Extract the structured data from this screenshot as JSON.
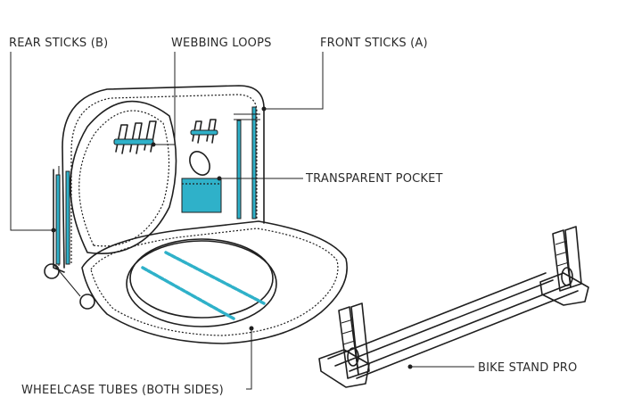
{
  "labels": {
    "rear_sticks": "REAR STICKS (B)",
    "webbing_loops": "WEBBING LOOPS",
    "front_sticks": "FRONT STICKS (A)",
    "transparent_pocket": "TRANSPARENT POCKET",
    "wheelcase_tubes": "WHEELCASE TUBES (BOTH SIDES)",
    "bike_stand_pro": "BIKE STAND PRO"
  },
  "colors": {
    "accent": "#2fb1c9",
    "ink": "#1f1f1f",
    "text": "#2b2b2b",
    "background": "#ffffff"
  }
}
